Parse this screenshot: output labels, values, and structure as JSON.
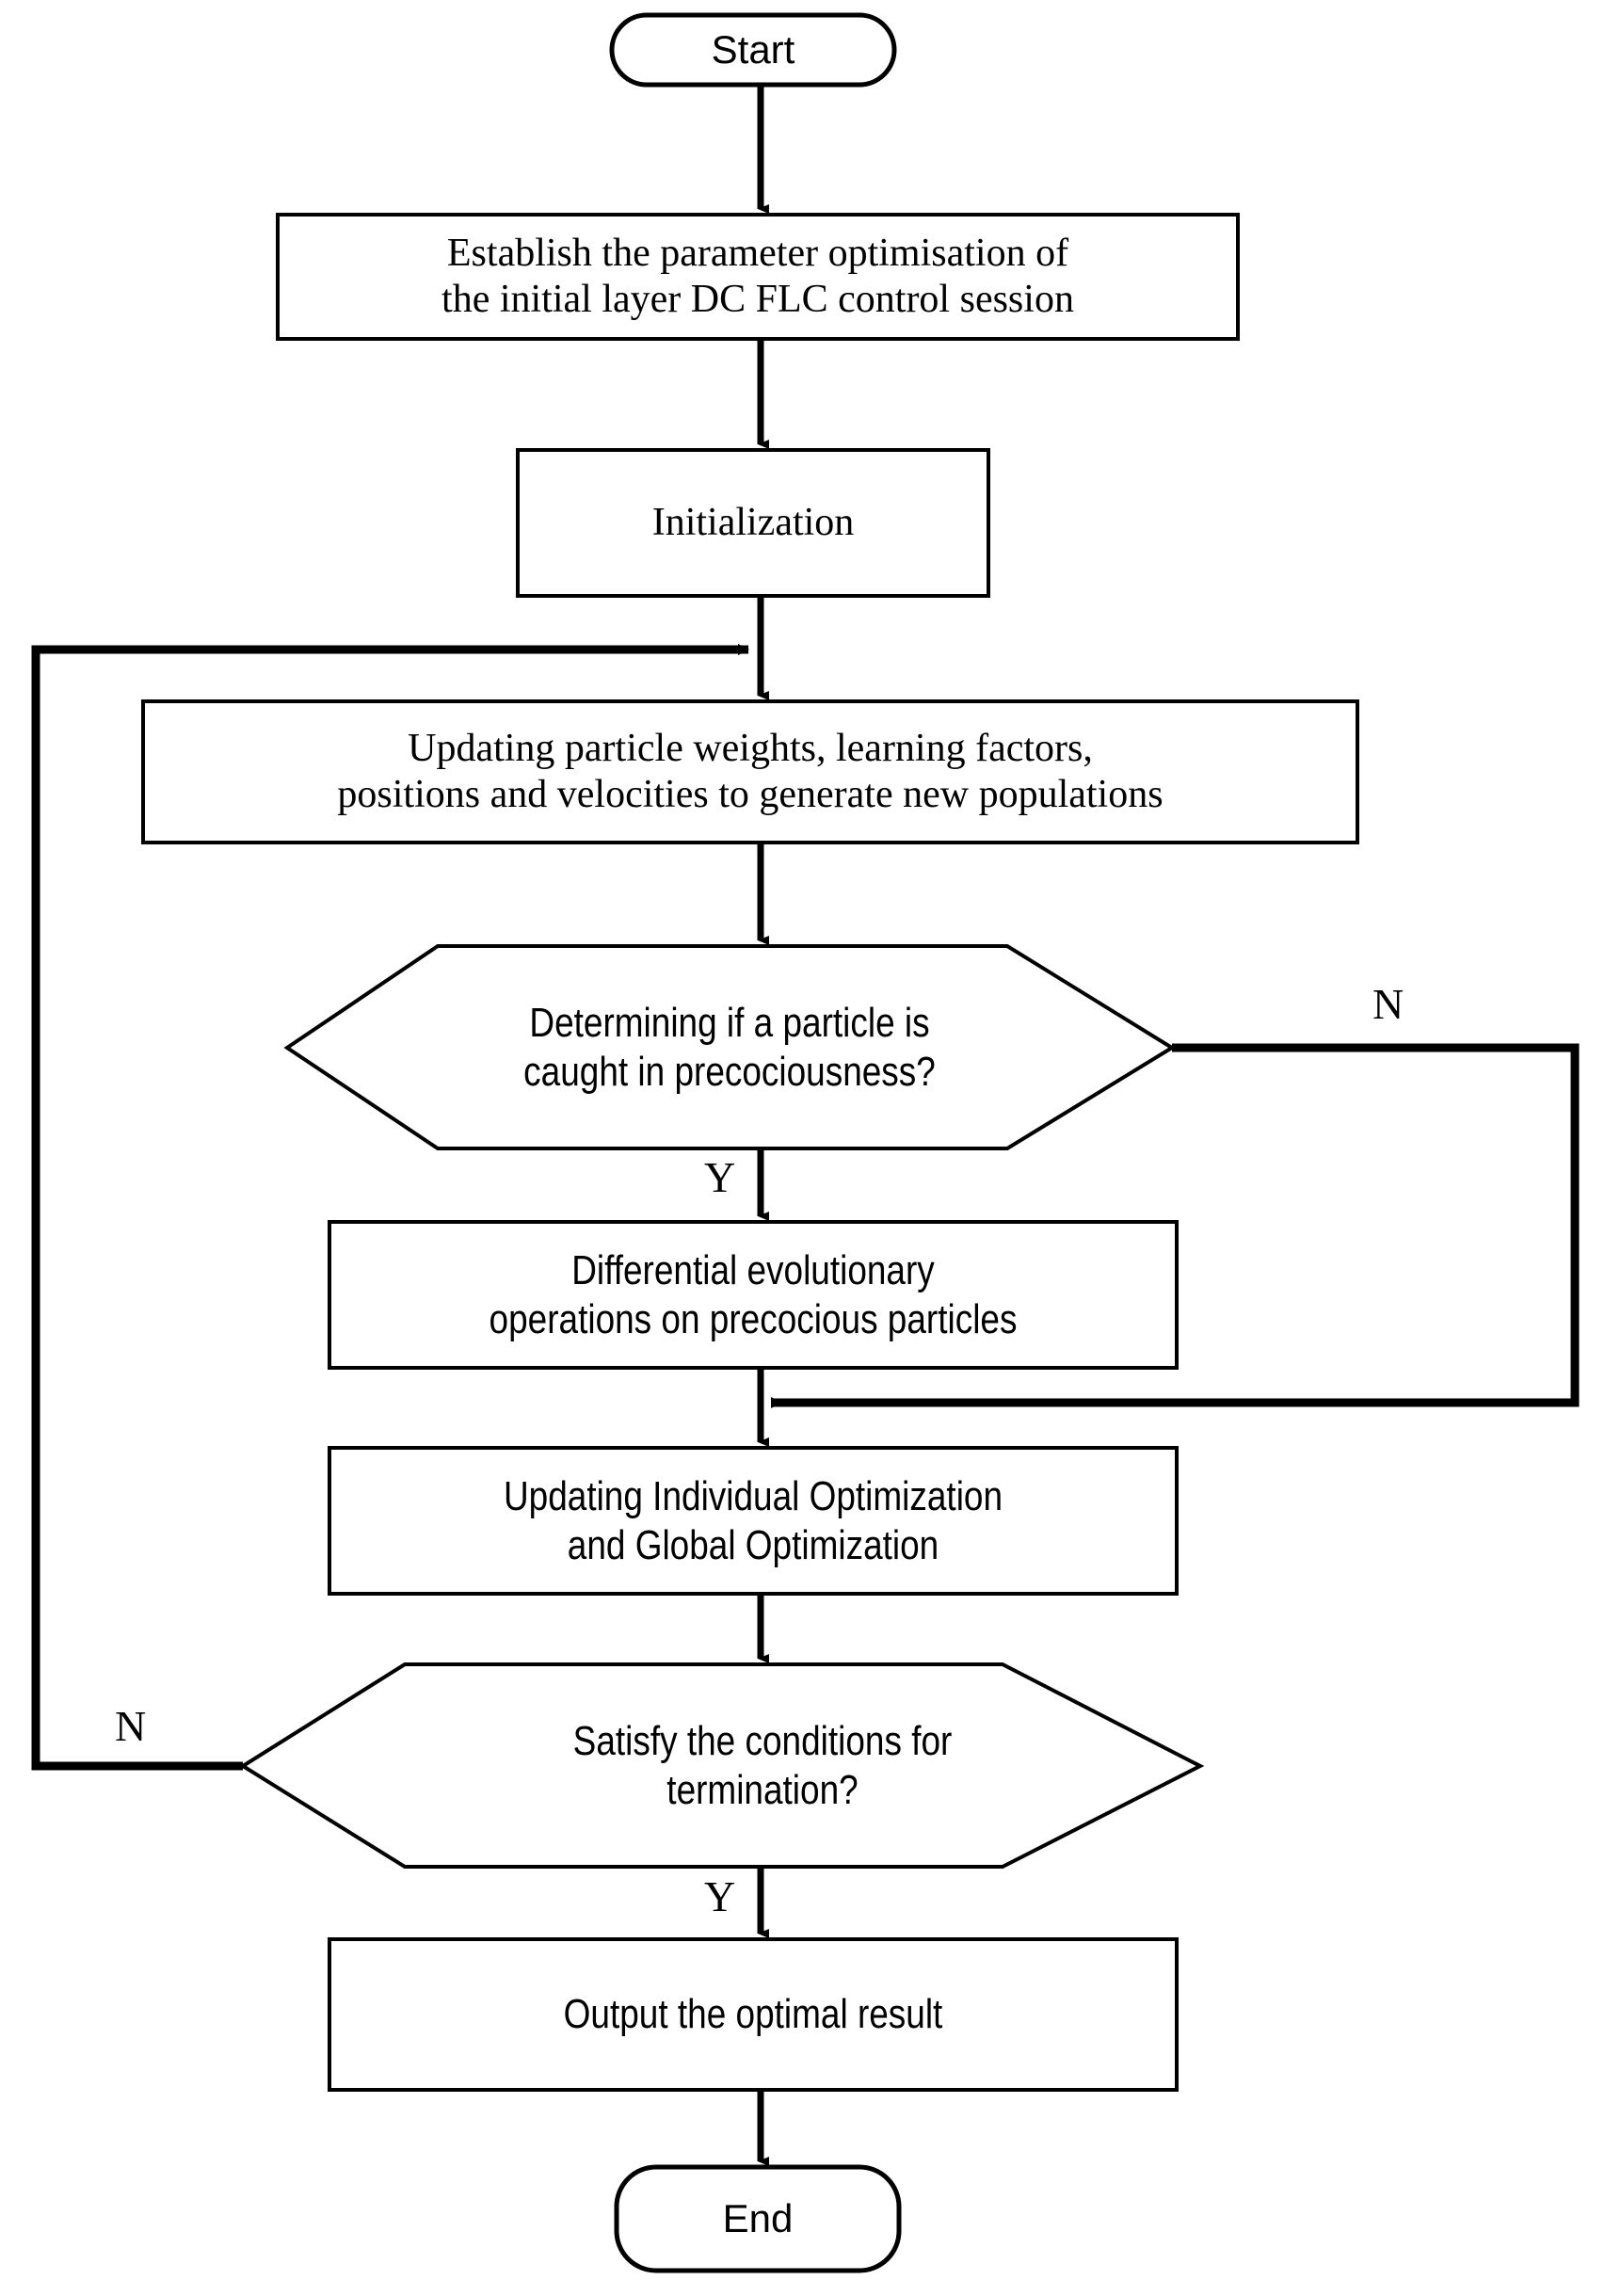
{
  "diagram": {
    "title": "PSO-DE parameter optimisation flowchart",
    "stroke_color": "#000000",
    "fill_color": "#ffffff",
    "background": "#ffffff"
  },
  "nodes": {
    "start": {
      "label": "Start",
      "shape": "rounded-terminator"
    },
    "establish": {
      "label": "Establish the parameter optimisation of\nthe initial layer DC FLC control session",
      "shape": "process"
    },
    "initialization": {
      "label": "Initialization",
      "shape": "process"
    },
    "updating_particles": {
      "label": "Updating particle weights, learning factors,\npositions and velocities to generate new populations",
      "shape": "process"
    },
    "decision_precocious": {
      "label": "Determining if a particle is\ncaught in precociousness?",
      "shape": "hexagon-decision"
    },
    "differential": {
      "label": "Differential evolutionary\noperations on precocious particles",
      "shape": "process"
    },
    "updating_optimization": {
      "label": "Updating Individual Optimization\nand Global Optimization",
      "shape": "process"
    },
    "decision_termination": {
      "label": "Satisfy the conditions for\ntermination?",
      "shape": "hexagon-decision"
    },
    "output": {
      "label": "Output the optimal result",
      "shape": "process"
    },
    "end": {
      "label": "End",
      "shape": "rounded-terminator"
    }
  },
  "edge_labels": {
    "precocious_no": "N",
    "precocious_yes": "Y",
    "termination_no": "N",
    "termination_yes": "Y"
  }
}
